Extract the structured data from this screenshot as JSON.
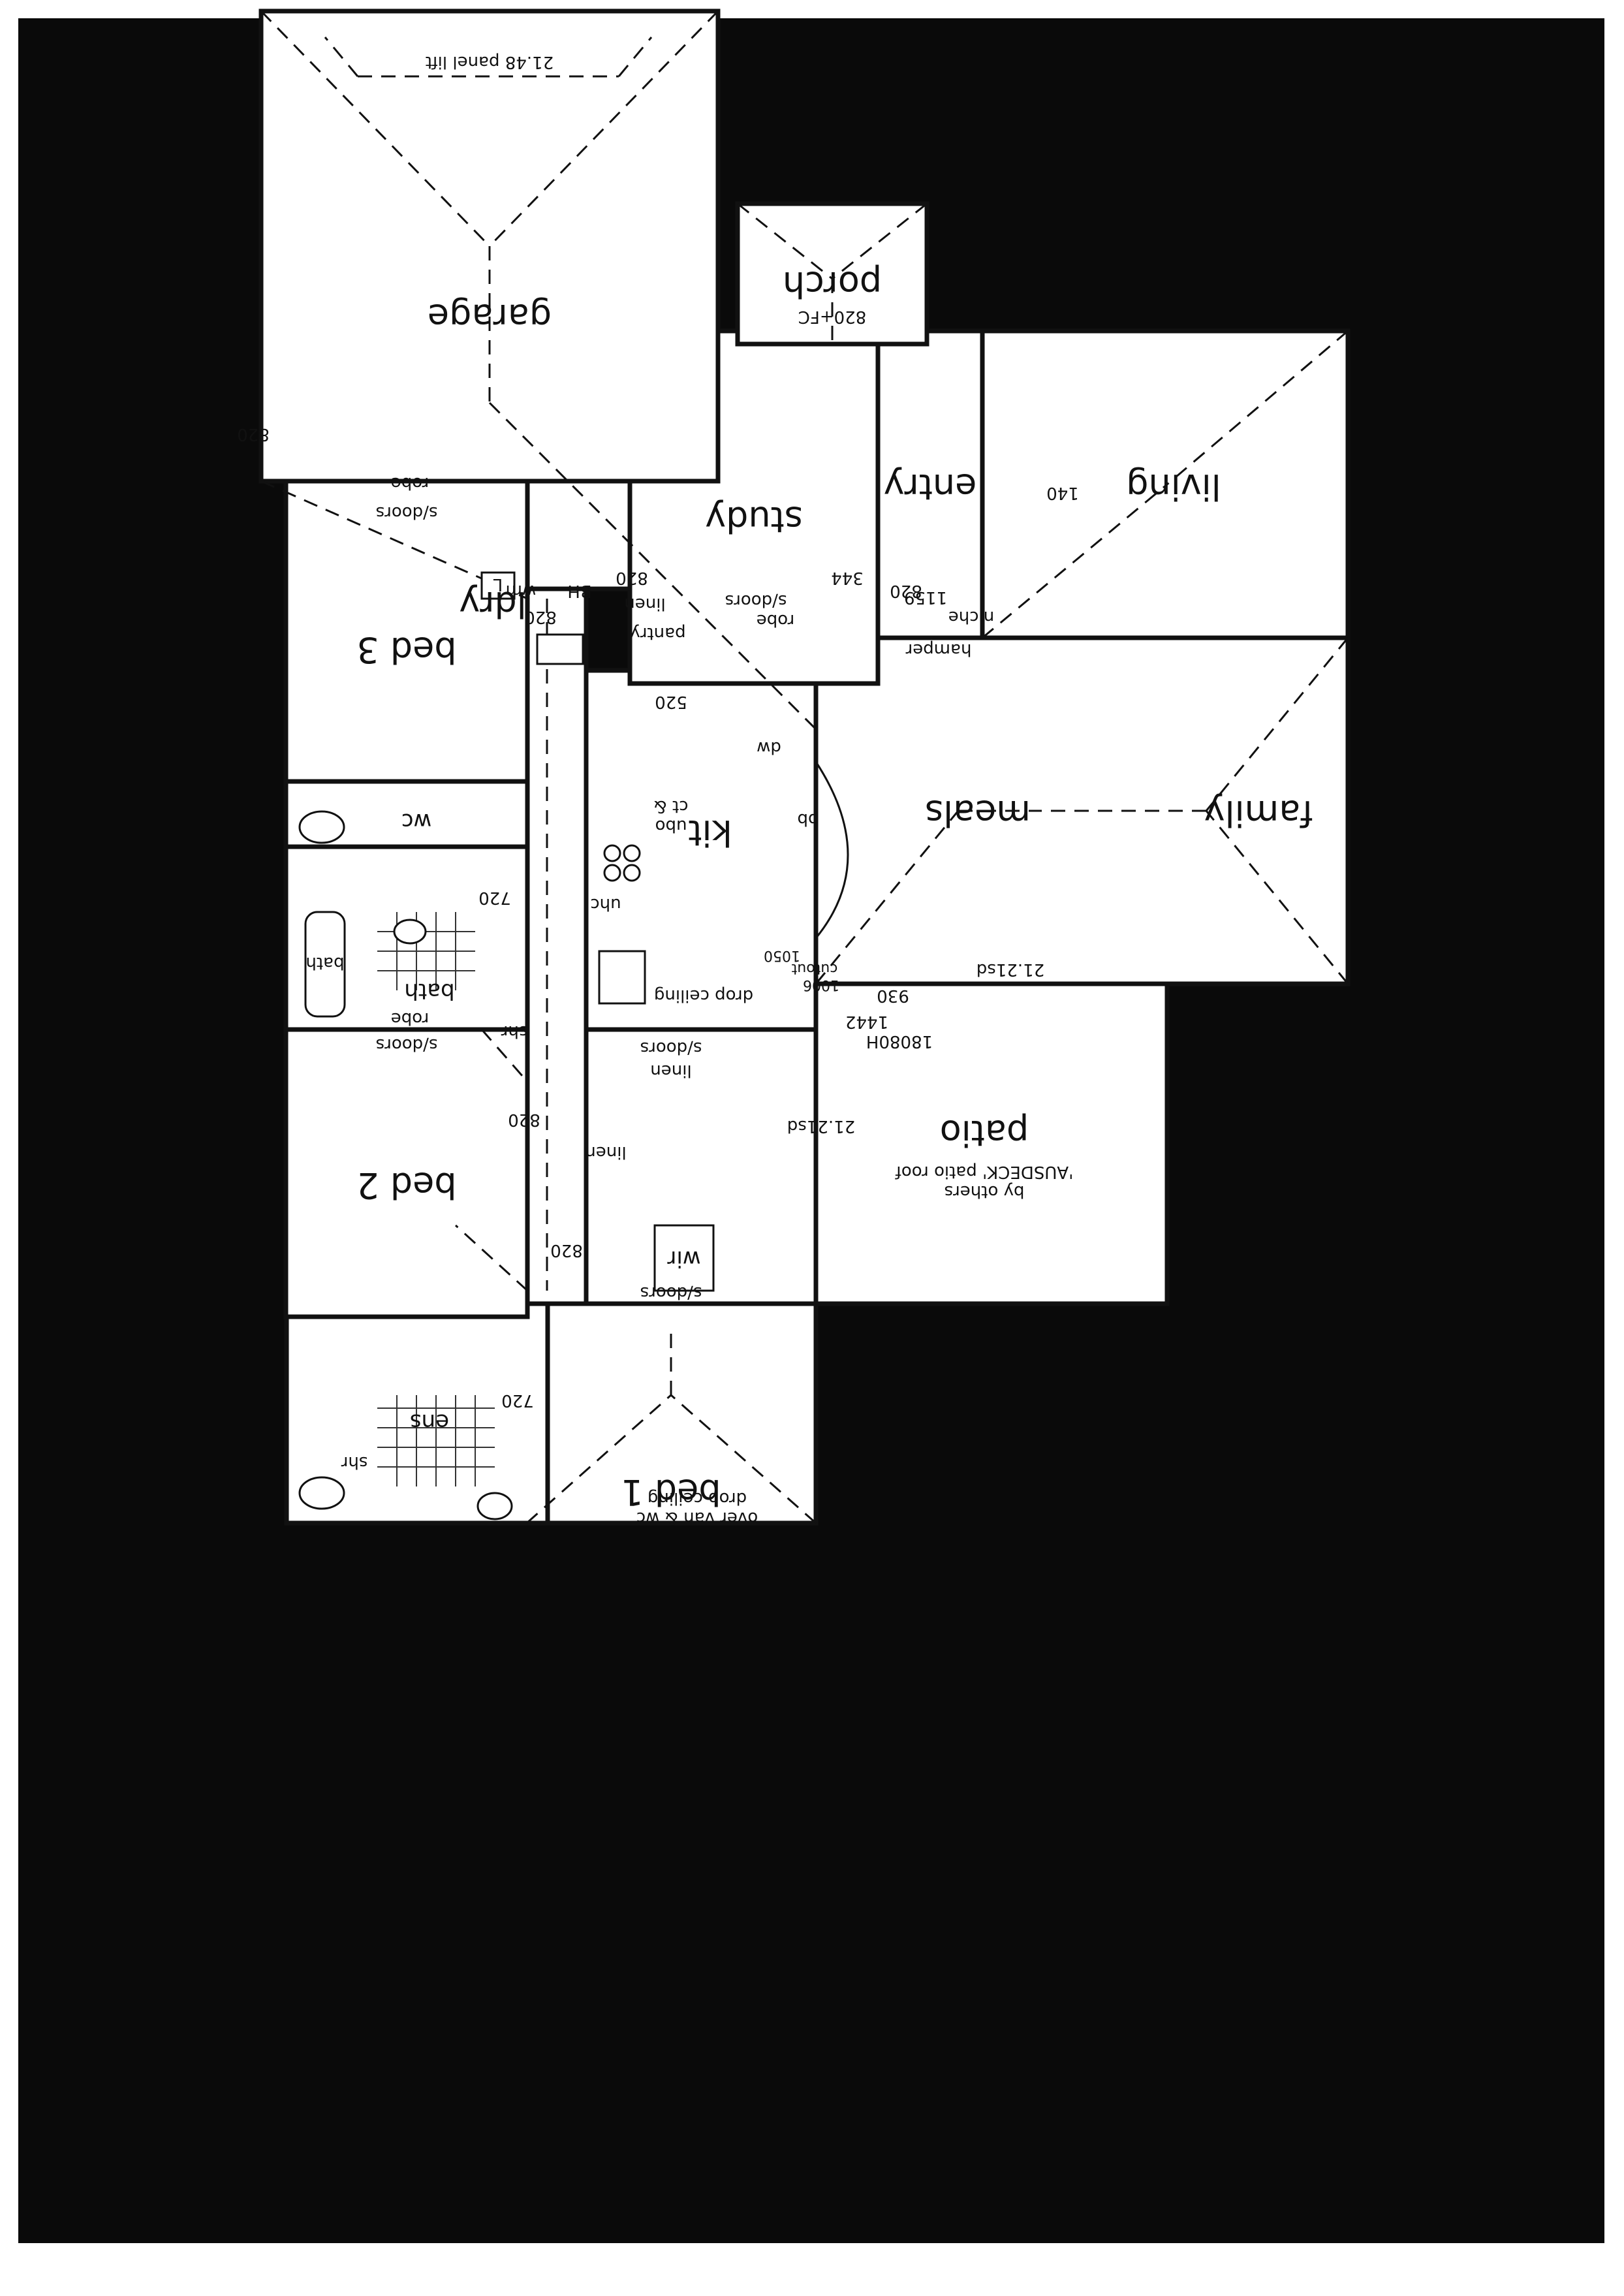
{
  "colors": {
    "background": "#0a0a0a",
    "paper": "#ffffff",
    "ink": "#111111"
  },
  "plan": {
    "orientation": "rotated-180",
    "rooms": {
      "garage": "garage",
      "garage_door": "21.48 panel lift",
      "porch": "porch",
      "porch_door": "820+FC",
      "study": "study",
      "entry": "entry",
      "living": "living",
      "family": "family",
      "meals": "meals",
      "kit": "kit",
      "ldry": "ldry",
      "bed3": "bed 3",
      "bed2": "bed 2",
      "bed1": "bed 1",
      "wc": "wc",
      "bath": "bath",
      "bath_tub": "bath",
      "ens": "ens",
      "wir": "wir",
      "patio": "patio",
      "patio_note_1": "'AUSDECK' patio roof",
      "patio_note_2": "by others"
    },
    "labels": {
      "robe": "robe",
      "robe2": "robe",
      "robe_study": "robe",
      "sdoors": "s/doors",
      "linen": "linen",
      "linen2": "linen",
      "linen_v": "linen",
      "pantry": "pantry",
      "hamper": "hamper",
      "niche": "niche",
      "shr": "shr",
      "wm": "wm",
      "bh": "BH",
      "l_box": "L",
      "dw": "dw",
      "bb": "bb",
      "ct_ubo": "ct &",
      "ubo2": "ubo",
      "uhc": "uhc",
      "drop_ceiling": "drop ceiling",
      "drop_ceiling_ens_1": "drop ceiling",
      "drop_ceiling_ens_2": "over van & wc",
      "cutout_1": "1050",
      "cutout_2": "cutout",
      "cutout_3": "1006",
      "d820": "820",
      "d520": "520",
      "d344": "344",
      "d1159": "1159",
      "d140": "140",
      "d930": "930",
      "d720": "720",
      "d1442": "1442",
      "d18080h": "18080H",
      "d2121sd": "21.21sd"
    }
  }
}
